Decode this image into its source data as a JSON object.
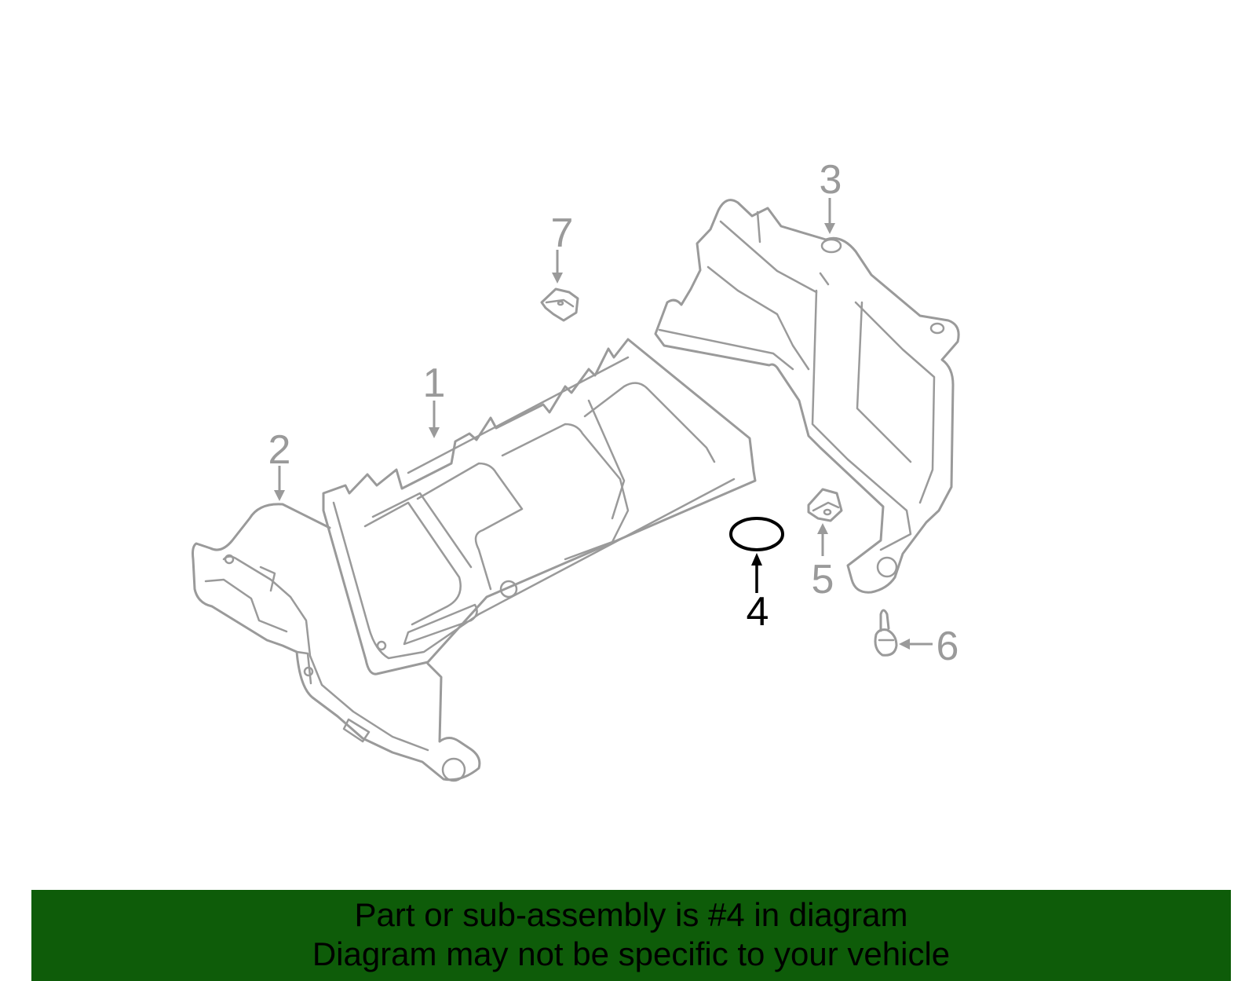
{
  "callouts": {
    "part1": "1",
    "part2": "2",
    "part3": "3",
    "part4": "4",
    "part5": "5",
    "part6": "6",
    "part7": "7"
  },
  "highlighted_part": "4",
  "colors": {
    "part_lines": "#9a9a9a",
    "highlight": "#000000",
    "banner_background": "#0e5c09",
    "banner_text": "#000000"
  },
  "banner": {
    "line1": "Part or sub-assembly is #4 in diagram",
    "line2": "Diagram may not be specific to your vehicle"
  }
}
